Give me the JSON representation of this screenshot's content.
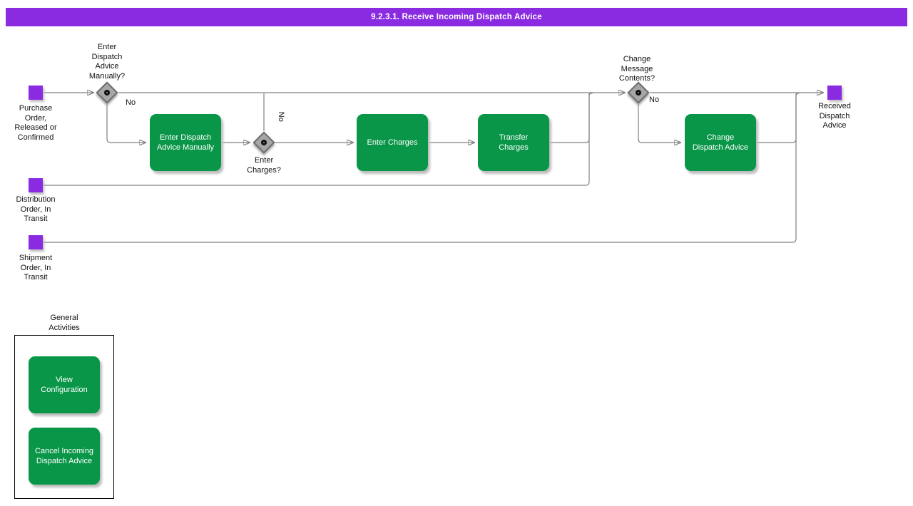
{
  "title": "9.2.3.1. Receive Incoming Dispatch Advice",
  "colors": {
    "title_bg": "#8A2BE2",
    "event_purple": "#8A2BE2",
    "activity_green": "#0A9648",
    "connector_gray": "#808080",
    "decision_gray": "#a6a6a6",
    "text_black": "#111111",
    "text_white": "#ffffff"
  },
  "events": {
    "purchase": "Purchase\nOrder,\nReleased or\nConfirmed",
    "distribution": "Distribution\nOrder, In\nTransit",
    "shipment": "Shipment\nOrder, In\nTransit",
    "received": "Received\nDispatch\nAdvice"
  },
  "decisions": {
    "enter_dispatch_manually": {
      "question": "Enter\nDispatch\nAdvice\nManually?",
      "no": "No"
    },
    "enter_charges": {
      "question": "Enter\nCharges?",
      "no": "No"
    },
    "change_message_contents": {
      "question": "Change\nMessage\nContents?",
      "no": "No"
    }
  },
  "activities": {
    "enter_dispatch_advice_manually": "Enter Dispatch\nAdvice Manually",
    "enter_charges": "Enter Charges",
    "transfer_charges": "Transfer\nCharges",
    "change_dispatch_advice": "Change\nDispatch Advice"
  },
  "general": {
    "heading": "General\nActivities",
    "items": [
      "View\nConfiguration",
      "Cancel Incoming\nDispatch Advice"
    ]
  }
}
